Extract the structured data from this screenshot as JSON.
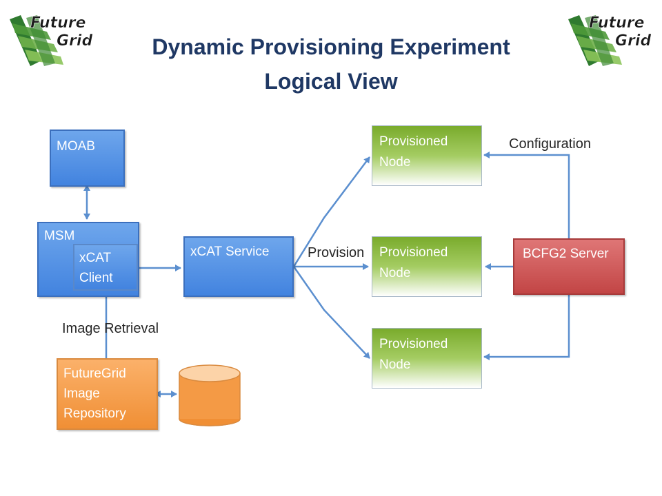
{
  "title": {
    "line1": "Dynamic Provisioning Experiment",
    "line2": "Logical View"
  },
  "logos": {
    "top": "Future",
    "bottom": "Grid",
    "icon": "futuregrid-logo-icon"
  },
  "nodes": {
    "moab": "MOAB",
    "msm": "MSM",
    "xcat_client": [
      "xCAT",
      "Client"
    ],
    "xcat_service": "xCAT Service",
    "provisioned_node": [
      "Provisioned",
      "Node"
    ],
    "bcfg2_server": "BCFG2 Server",
    "image_repository": [
      "FutureGrid",
      "Image",
      "Repository"
    ]
  },
  "edge_labels": {
    "configuration": "Configuration",
    "provision": "Provision",
    "image_retrieval": "Image Retrieval"
  },
  "colors": {
    "arrow": "#5b8fcf",
    "title": "#1f3864",
    "service_blue": "#4a8be0",
    "node_green": "#8dba3e",
    "server_red": "#cc5555",
    "repository_orange": "#f49a45"
  }
}
